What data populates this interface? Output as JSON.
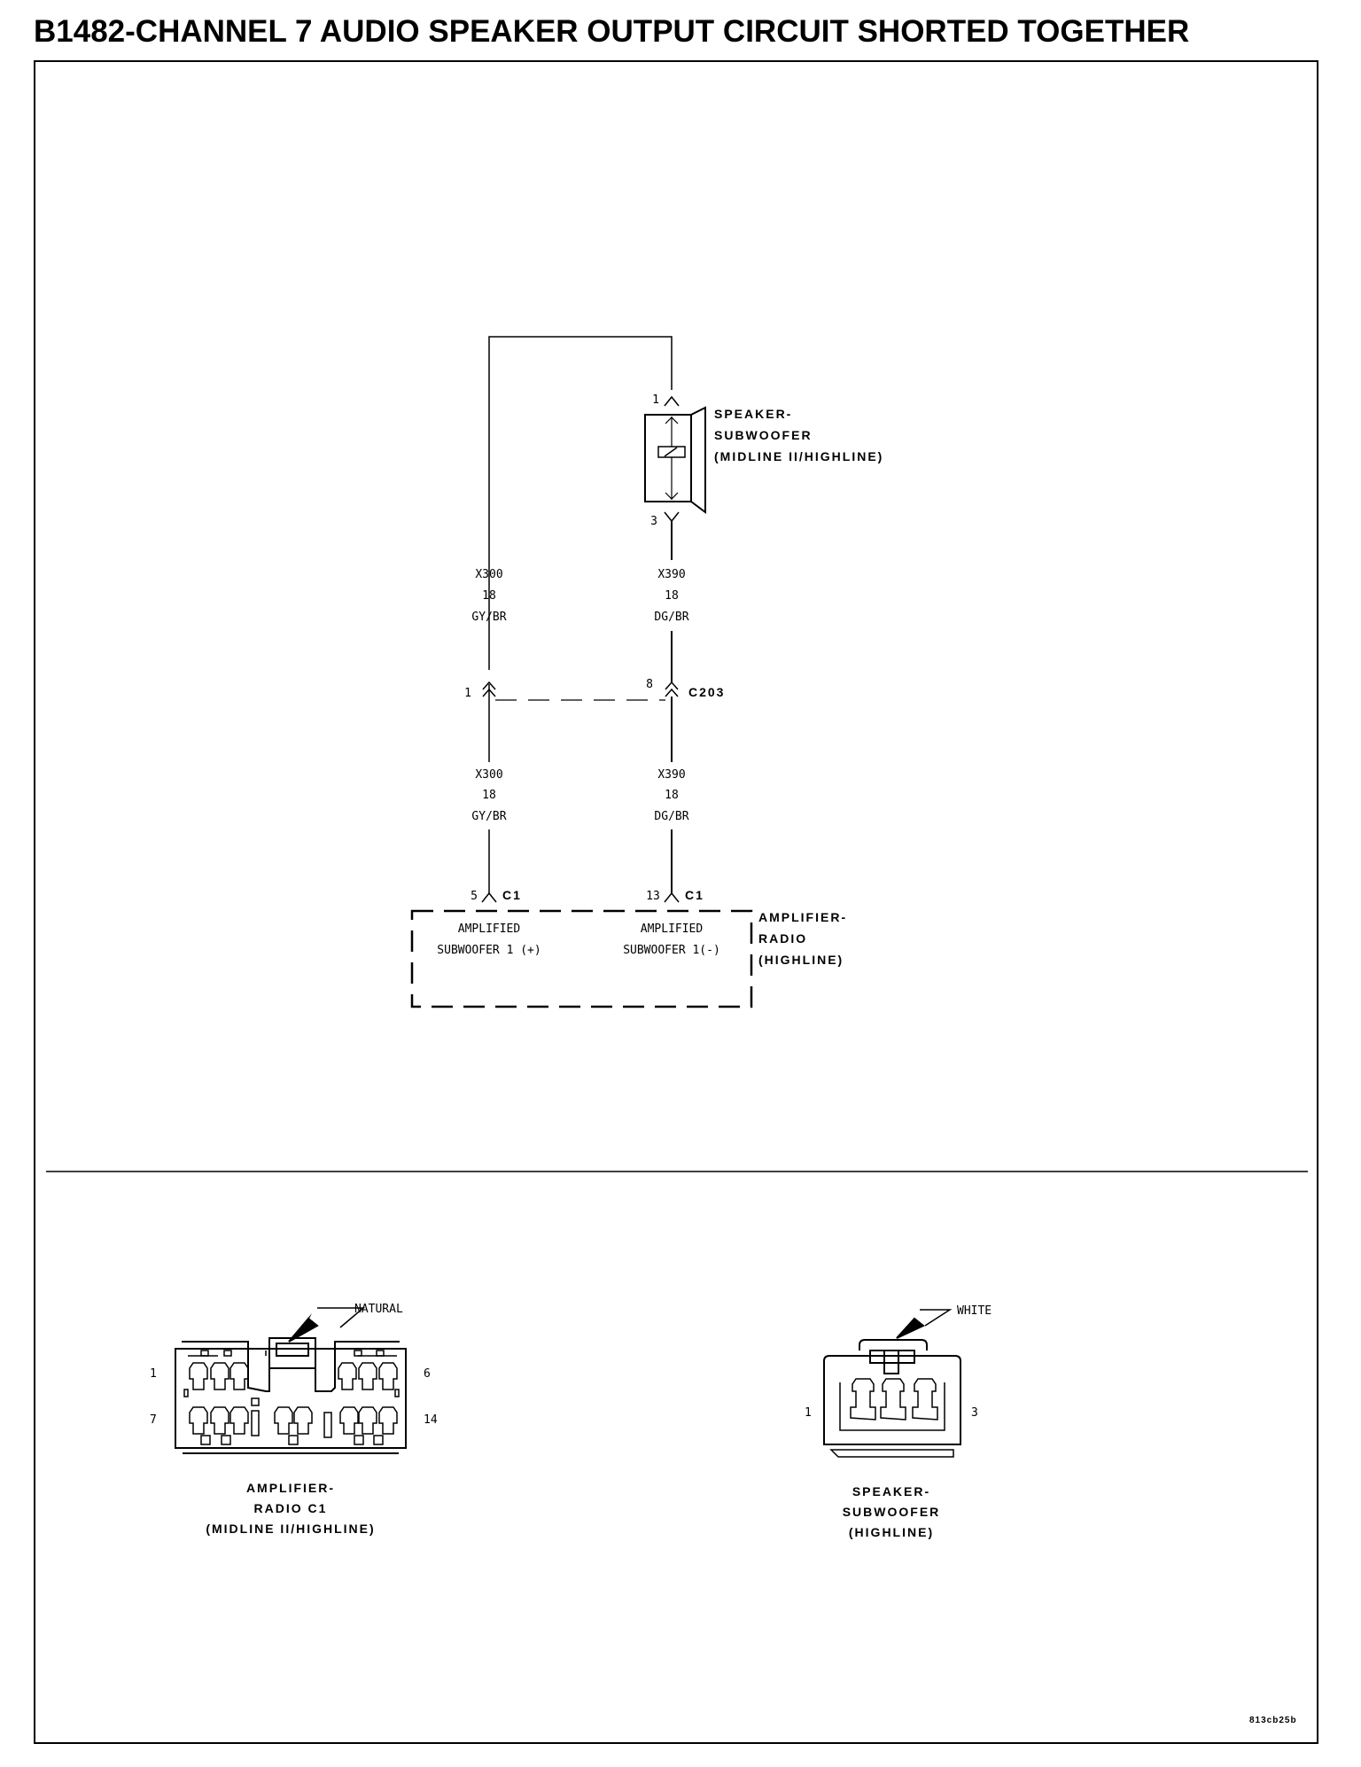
{
  "title": "B1482-CHANNEL 7 AUDIO SPEAKER OUTPUT CIRCUIT SHORTED TOGETHER",
  "speaker": {
    "label_lines": [
      "SPEAKER-",
      "SUBWOOFER",
      "(MIDLINE II/HIGHLINE)"
    ],
    "pin_top": "1",
    "pin_bottom": "3"
  },
  "wires": {
    "left_upper": {
      "circuit": "X300",
      "gauge": "18",
      "color": "GY/BR"
    },
    "right_upper": {
      "circuit": "X390",
      "gauge": "18",
      "color": "DG/BR"
    },
    "left_lower": {
      "circuit": "X300",
      "gauge": "18",
      "color": "GY/BR"
    },
    "right_lower": {
      "circuit": "X390",
      "gauge": "18",
      "color": "DG/BR"
    }
  },
  "inline_connector": {
    "name": "C203",
    "pin_left": "1",
    "pin_right": "8"
  },
  "amplifier": {
    "label_lines": [
      "AMPLIFIER-",
      "RADIO",
      "(HIGHLINE)"
    ],
    "left_pin": "5",
    "right_pin": "13",
    "connector": "C1",
    "left_func": [
      "AMPLIFIED",
      "SUBWOOFER 1 (+)"
    ],
    "right_func": [
      "AMPLIFIED",
      "SUBWOOFER 1(-)"
    ]
  },
  "connector_views": [
    {
      "color_callout": "NATURAL",
      "pin_labels": [
        "1",
        "6",
        "7",
        "14"
      ],
      "label_lines": [
        "AMPLIFIER-",
        "RADIO C1",
        "(MIDLINE II/HIGHLINE)"
      ]
    },
    {
      "color_callout": "WHITE",
      "pin_labels": [
        "1",
        "3"
      ],
      "label_lines": [
        "SPEAKER-",
        "SUBWOOFER",
        "(HIGHLINE)"
      ]
    }
  ],
  "figure_id": "813cb25b"
}
